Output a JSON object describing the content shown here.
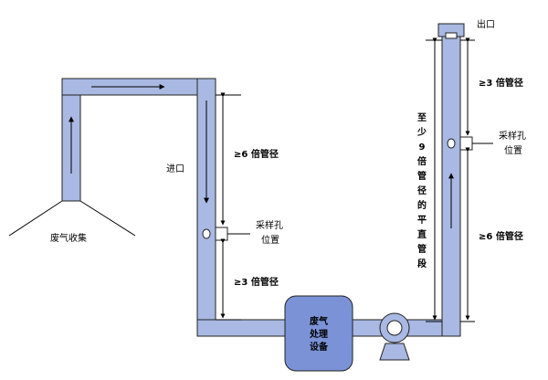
{
  "labels": {
    "outlet": "出口",
    "inlet": "进口",
    "collection": "废气收集",
    "device_line1": "废气",
    "device_line2": "处理",
    "device_line3": "设备",
    "sample_hole_left_line1": "采样孔",
    "sample_hole_left_line2": "位置",
    "sample_hole_right_line1": "采样孔",
    "sample_hole_right_line2": "位置",
    "left_upper_dim": "≥6 倍管径",
    "left_lower_dim": "≥3 倍管径",
    "right_upper_dim": "≥3 倍管径",
    "right_lower_dim": "≥6 倍管径",
    "vertical_note": [
      "至",
      "少",
      "9",
      "倍",
      "管",
      "径",
      "的",
      "平",
      "直",
      "管",
      "段"
    ]
  },
  "colors": {
    "pipe_fill": "#a9b9e3",
    "device_fill": "#7b93d6",
    "stroke": "#222222"
  }
}
